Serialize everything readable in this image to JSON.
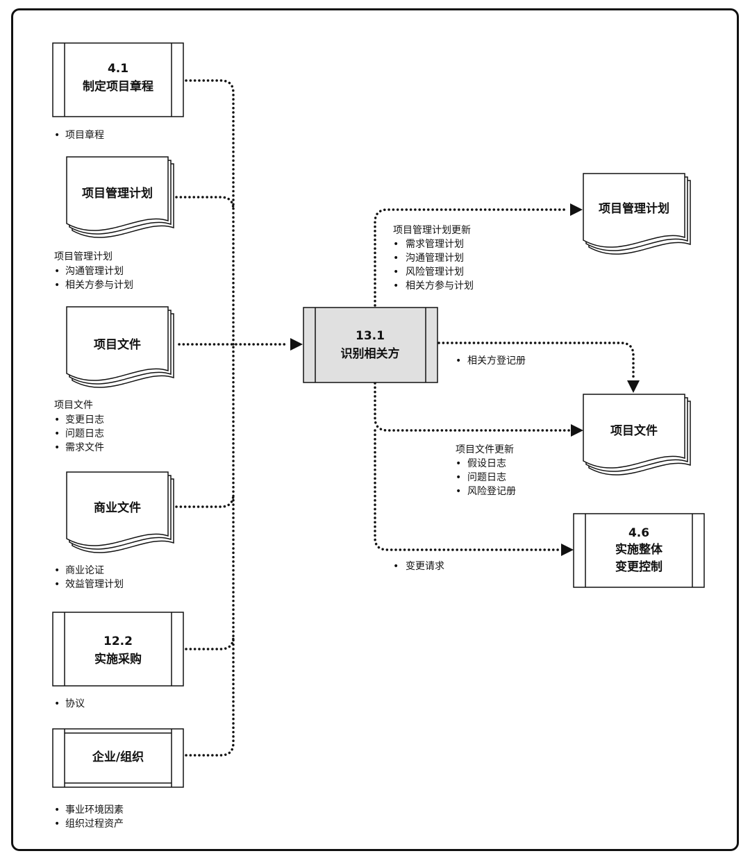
{
  "nodes": {
    "charter": {
      "number": "4.1",
      "name": "制定项目章程"
    },
    "pm_plan_in": {
      "name": "项目管理计划"
    },
    "project_docs_in": {
      "name": "项目文件"
    },
    "business_docs": {
      "name": "商业文件"
    },
    "procurement": {
      "number": "12.2",
      "name": "实施采购"
    },
    "enterprise": {
      "name": "企业/组织"
    },
    "center": {
      "number": "13.1",
      "name": "识别相关方"
    },
    "pm_plan_out": {
      "name": "项目管理计划"
    },
    "project_docs_out": {
      "name": "项目文件"
    },
    "change_control": {
      "number": "4.6",
      "name_line1": "实施整体",
      "name_line2": "变更控制"
    }
  },
  "annotations": {
    "charter": {
      "items": [
        "项目章程"
      ]
    },
    "pm_plan_in": {
      "title": "项目管理计划",
      "items": [
        "沟通管理计划",
        "相关方参与计划"
      ]
    },
    "project_docs_in": {
      "title": "项目文件",
      "items": [
        "变更日志",
        "问题日志",
        "需求文件"
      ]
    },
    "business_docs": {
      "items": [
        "商业论证",
        "效益管理计划"
      ]
    },
    "procurement": {
      "items": [
        "协议"
      ]
    },
    "enterprise": {
      "items": [
        "事业环境因素",
        "组织过程资产"
      ]
    },
    "pm_plan_updates": {
      "title": "项目管理计划更新",
      "items": [
        "需求管理计划",
        "沟通管理计划",
        "风险管理计划",
        "相关方参与计划"
      ]
    },
    "stakeholder_register": {
      "items": [
        "相关方登记册"
      ]
    },
    "project_docs_updates": {
      "title": "项目文件更新",
      "items": [
        "假设日志",
        "问题日志",
        "风险登记册"
      ]
    },
    "change_requests": {
      "items": [
        "变更请求"
      ]
    }
  }
}
